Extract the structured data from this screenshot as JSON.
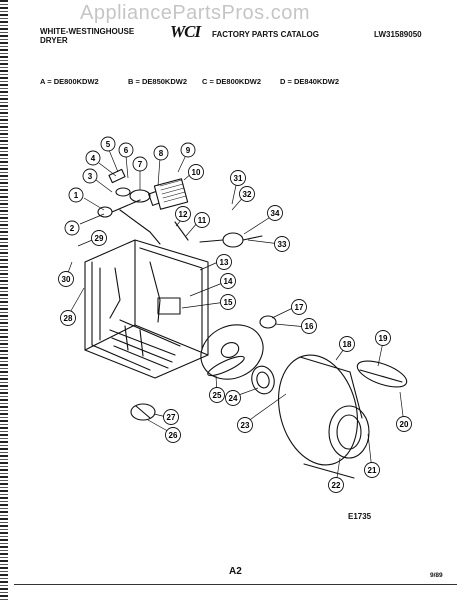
{
  "watermark": "AppliancePartsPros.com",
  "header": {
    "brand": "WHITE-WESTINGHOUSE",
    "product": "DRYER",
    "logo": "WCI",
    "catalog": "FACTORY PARTS CATALOG",
    "code": "LW31589050"
  },
  "models": [
    {
      "letter": "A",
      "code": "DE800KDW2"
    },
    {
      "letter": "B",
      "code": "DE850KDW2"
    },
    {
      "letter": "C",
      "code": "DE800KDW2"
    },
    {
      "letter": "D",
      "code": "DE840KDW2"
    }
  ],
  "callouts": [
    "1",
    "2",
    "3",
    "4",
    "5",
    "6",
    "7",
    "8",
    "9",
    "10",
    "11",
    "12",
    "13",
    "14",
    "15",
    "16",
    "17",
    "18",
    "19",
    "20",
    "21",
    "22",
    "23",
    "24",
    "25",
    "26",
    "27",
    "28",
    "29",
    "30",
    "31",
    "32",
    "33",
    "34"
  ],
  "figure_id": "E1735",
  "page_number": "A2",
  "date": "9/89"
}
